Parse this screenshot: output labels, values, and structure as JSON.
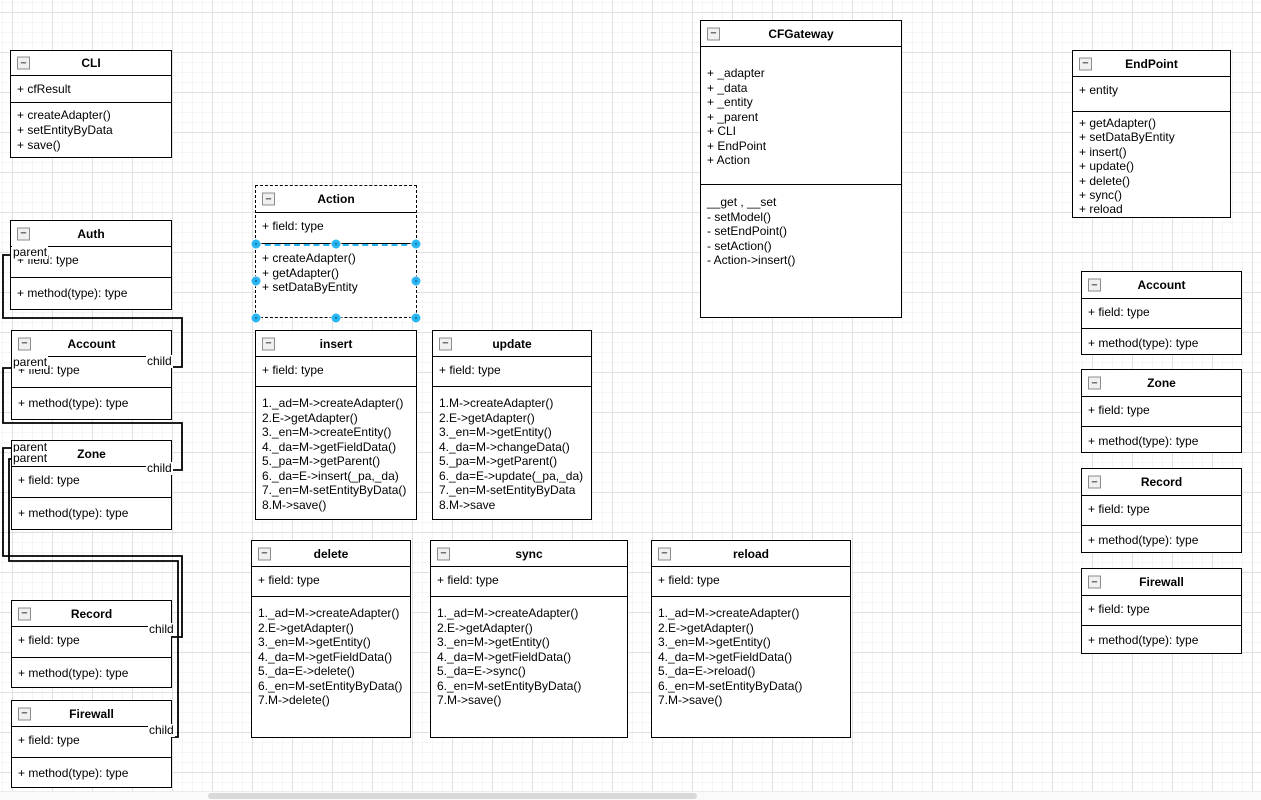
{
  "icons": {
    "collapse": "−"
  },
  "colors": {
    "box_border": "#000000",
    "box_fill": "#ffffff",
    "edge": "#000000",
    "selection_handle": "#29b6f2",
    "grid_major": "#e0e0e0",
    "grid_minor": "#f5f5f5",
    "scrollbar_thumb": "#d9d9d9"
  },
  "classes": {
    "cli": {
      "title": "CLI",
      "fields": [
        "+ cfResult"
      ],
      "methods": [
        "+ createAdapter()",
        "+ setEntityByData",
        "+ save()"
      ]
    },
    "auth": {
      "title": "Auth",
      "fields": [
        "+ field: type"
      ],
      "methods": [
        "+ method(type): type"
      ]
    },
    "account_left": {
      "title": "Account",
      "fields": [
        "+ field: type"
      ],
      "methods": [
        "+ method(type): type"
      ]
    },
    "zone_left": {
      "title": "Zone",
      "fields": [
        "+ field: type"
      ],
      "methods": [
        "+ method(type): type"
      ]
    },
    "record_left": {
      "title": "Record",
      "fields": [
        "+ field: type"
      ],
      "methods": [
        "+ method(type): type"
      ]
    },
    "firewall_left": {
      "title": "Firewall",
      "fields": [
        "+ field: type"
      ],
      "methods": [
        "+ method(type): type"
      ]
    },
    "action": {
      "title": "Action",
      "fields": [
        "+ field: type"
      ],
      "methods": [
        "+ createAdapter()",
        "+ getAdapter()",
        "+ setDataByEntity"
      ]
    },
    "insert": {
      "title": "insert",
      "fields": [
        "+ field: type"
      ],
      "methods": [
        "1._ad=M->createAdapter()",
        "2.E->getAdapter()",
        "3._en=M->createEntity()",
        "4._da=M->getFieldData()",
        "5._pa=M->getParent()",
        "6._da=E->insert(_pa,_da)",
        "7._en=M-setEntityByData()",
        "8.M->save()"
      ]
    },
    "update": {
      "title": "update",
      "fields": [
        "+ field: type"
      ],
      "methods": [
        "1.M->createAdapter()",
        "2.E->getAdapter()",
        "3._en=M->getEntity()",
        "4._da=M->changeData()",
        "5._pa=M->getParent()",
        "6._da=E->update(_pa,_da)",
        "7._en=M-setEntityByData",
        "8.M->save"
      ]
    },
    "delete": {
      "title": "delete",
      "fields": [
        "+ field: type"
      ],
      "methods": [
        "1._ad=M->createAdapter()",
        "2.E->getAdapter()",
        "3._en=M->getEntity()",
        "4._da=M->getFieldData()",
        "5._da=E->delete()",
        "6._en=M-setEntityByData()",
        "7.M->delete()"
      ]
    },
    "sync": {
      "title": "sync",
      "fields": [
        "+ field: type"
      ],
      "methods": [
        "1._ad=M->createAdapter()",
        "2.E->getAdapter()",
        "3._en=M->getEntity()",
        "4._da=M->getFieldData()",
        "5._da=E->sync()",
        "6._en=M-setEntityByData()",
        "7.M->save()"
      ]
    },
    "reload": {
      "title": "reload",
      "fields": [
        "+ field: type"
      ],
      "methods": [
        "1._ad=M->createAdapter()",
        "2.E->getAdapter()",
        "3._en=M->getEntity()",
        "4._da=M->getFieldData()",
        "5._da=E->reload()",
        "6._en=M-setEntityByData()",
        "7.M->save()"
      ]
    },
    "cfgateway": {
      "title": "CFGateway",
      "fields": [
        "+ _adapter",
        "+ _data",
        "+ _entity",
        "+ _parent",
        "+ CLI",
        "+ EndPoint",
        "+ Action"
      ],
      "methods": [
        "__get , __set",
        "- setModel()",
        "- setEndPoint()",
        "- setAction()",
        "- Action->insert()"
      ]
    },
    "endpoint": {
      "title": "EndPoint",
      "fields": [
        "+  entity"
      ],
      "methods": [
        "+ getAdapter()",
        "+ setDataByEntity",
        "+ insert()",
        "+ update()",
        "+ delete()",
        "+ sync()",
        "+ reload"
      ]
    },
    "account_right": {
      "title": "Account",
      "fields": [
        "+ field: type"
      ],
      "methods": [
        "+ method(type): type"
      ]
    },
    "zone_right": {
      "title": "Zone",
      "fields": [
        "+ field: type"
      ],
      "methods": [
        "+ method(type): type"
      ]
    },
    "record_right": {
      "title": "Record",
      "fields": [
        "+ field: type"
      ],
      "methods": [
        "+ method(type): type"
      ]
    },
    "firewall_right": {
      "title": "Firewall",
      "fields": [
        "+ field: type"
      ],
      "methods": [
        "+ method(type): type"
      ]
    }
  },
  "edges": [
    {
      "from": "Auth",
      "from_label": "parent",
      "to": "Account",
      "to_label": "child"
    },
    {
      "from": "Account",
      "from_label": "parent",
      "to": "Zone",
      "to_label": "child"
    },
    {
      "from": "Zone",
      "from_label": "parent",
      "to": "Record",
      "to_label": "child"
    },
    {
      "from": "Zone",
      "from_label": "parent",
      "to": "Firewall",
      "to_label": "child"
    }
  ]
}
